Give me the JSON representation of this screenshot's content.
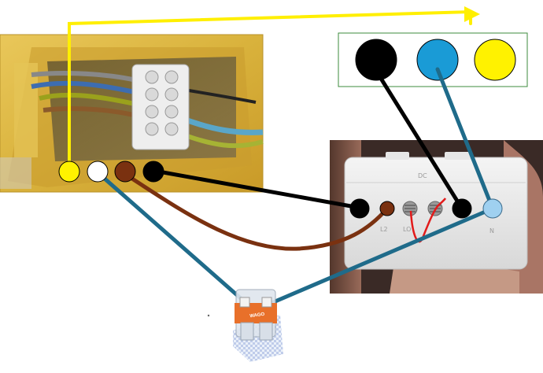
{
  "legend": {
    "dots": [
      {
        "name": "black",
        "color": "#000000"
      },
      {
        "name": "blue",
        "color": "#1a9bd6"
      },
      {
        "name": "yellow",
        "color": "#fff200"
      }
    ],
    "border_color": "#3d8b3d"
  },
  "junction_box": {
    "terminals": [
      {
        "name": "yellow",
        "color": "#fff200"
      },
      {
        "name": "white",
        "color": "#ffffff"
      },
      {
        "name": "brown",
        "color": "#7a3110"
      },
      {
        "name": "black",
        "color": "#000000"
      }
    ]
  },
  "device": {
    "terminals": [
      {
        "name": "black",
        "color": "#000000"
      },
      {
        "name": "brown",
        "color": "#7a3110"
      },
      {
        "name": "black-2",
        "color": "#000000"
      },
      {
        "name": "light-blue",
        "color": "#9fd0f0"
      }
    ],
    "labels": {
      "dc": "DC",
      "l2": "L2",
      "lo": "LO",
      "n": "N"
    },
    "jumper_color": "#e21b1b"
  },
  "wires": {
    "yellow": "#ffef00",
    "black": "#000000",
    "brown": "#7a3110",
    "teal": "#1f6b8a"
  },
  "connector": {
    "brand": "WAGO",
    "body_color": "#e8702a"
  }
}
